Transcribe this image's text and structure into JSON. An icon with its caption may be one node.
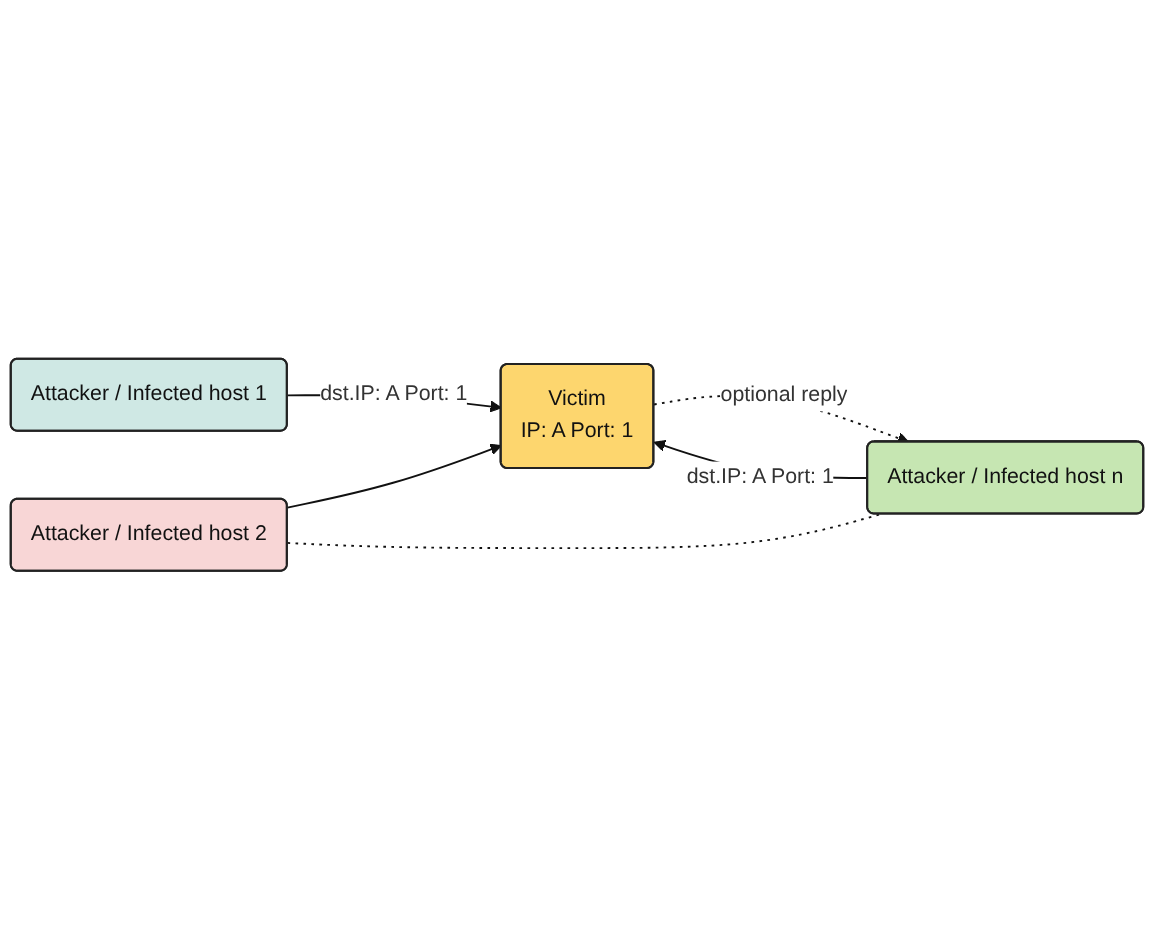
{
  "diagram": {
    "nodes": [
      {
        "text": [
          "Attacker / Infected host 1"
        ]
      },
      {
        "text": [
          "Attacker / Infected host 2"
        ]
      },
      {
        "text": [
          "Attacker / Infected host n"
        ]
      },
      {
        "text": [
          "Victim",
          "IP: A Port: 1"
        ]
      }
    ],
    "edges": [
      {
        "from": 0,
        "to": 3,
        "arrow": "to",
        "label": "dst.IP: A Port: 1"
      },
      {
        "from": 1,
        "to": 3,
        "arrow": "to"
      },
      {
        "from": 2,
        "to": 3,
        "arrow": "to",
        "label": "dst.IP: A Port: 1"
      },
      {
        "from": 3,
        "to": 2,
        "arrow": "to",
        "label": "optional reply",
        "style": "dashed"
      },
      {
        "from": 1,
        "to": 2,
        "arrow": "none",
        "style": "dashed"
      }
    ]
  }
}
